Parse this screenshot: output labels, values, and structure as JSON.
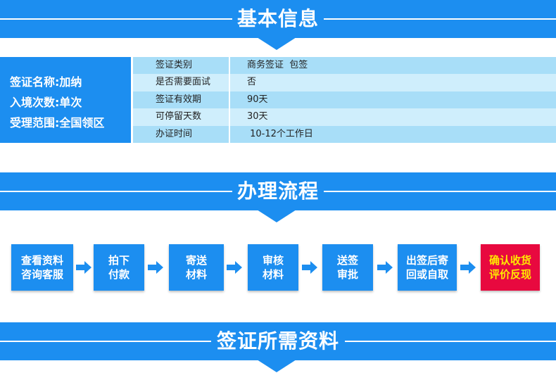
{
  "sections": {
    "basic": {
      "title": "基本信息"
    },
    "process": {
      "title": "办理流程"
    },
    "materials": {
      "title": "签证所需资料"
    }
  },
  "summary": [
    "签证名称:加纳",
    "入境次数:单次",
    "受理范围:全国领区"
  ],
  "details": [
    {
      "key": "签证类别",
      "value": "商务签证  包签"
    },
    {
      "key": "是否需要面试",
      "value": "否"
    },
    {
      "key": "签证有效期",
      "value": "90天"
    },
    {
      "key": "可停留天数",
      "value": "30天"
    },
    {
      "key": "办证时间",
      "value": " 10-12个工作日"
    }
  ],
  "steps": [
    {
      "line1": "查看资料",
      "line2": "咨询客服"
    },
    {
      "line1": "拍下",
      "line2": "付款"
    },
    {
      "line1": "寄送",
      "line2": "材料"
    },
    {
      "line1": "审核",
      "line2": "材料"
    },
    {
      "line1": "送签",
      "line2": "审批"
    },
    {
      "line1": "出签后寄",
      "line2": "回或自取"
    },
    {
      "line1": "确认收货",
      "line2": "评价反现"
    }
  ],
  "colors": {
    "primary": "#1c8ef0",
    "row_dark": "#a8def8",
    "row_light": "#cfeefc",
    "final_step": "#e8093f",
    "final_text": "#ffea00"
  }
}
